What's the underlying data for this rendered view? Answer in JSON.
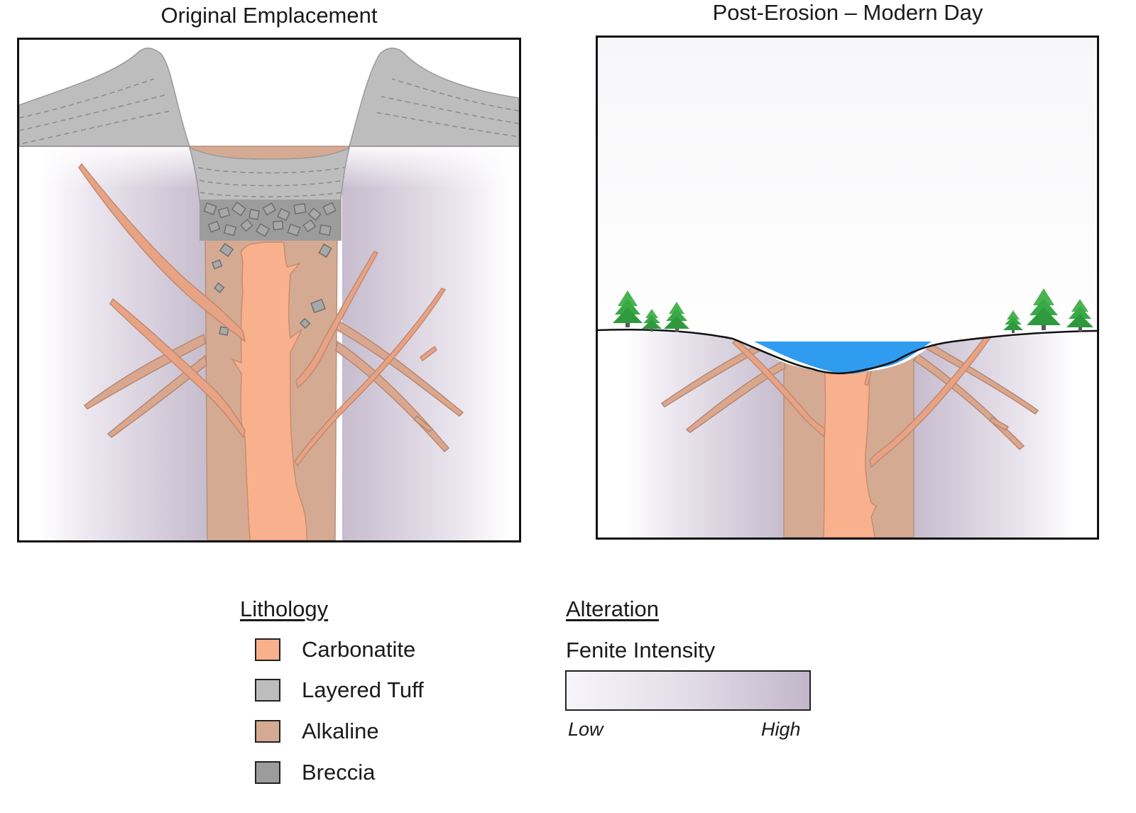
{
  "panels": {
    "left_title": "Original Emplacement",
    "right_title": "Post-Erosion – Modern Day"
  },
  "legend": {
    "lithology": {
      "heading": "Lithology",
      "items": [
        {
          "label": "Carbonatite",
          "color": "#f9b08c"
        },
        {
          "label": "Layered Tuff",
          "color": "#bdbdbd"
        },
        {
          "label": "Alkaline",
          "color": "#d4aa92"
        },
        {
          "label": "Breccia",
          "color": "#9c9c9c"
        }
      ]
    },
    "alteration": {
      "heading": "Alteration",
      "label": "Fenite Intensity",
      "low": "Low",
      "high": "High",
      "gradient_colors": [
        "#f6f5fa",
        "#c3b7ca"
      ]
    }
  },
  "colors": {
    "carbonatite": "#f9b08c",
    "layered_tuff": "#bdbdbd",
    "alkaline": "#d4aa92",
    "breccia": "#9c9c9c",
    "lake": "#2f9cf0",
    "tree": "#3aa847",
    "fenite_high": "#c3b7ca"
  },
  "icons": [
    "tree-icon"
  ]
}
